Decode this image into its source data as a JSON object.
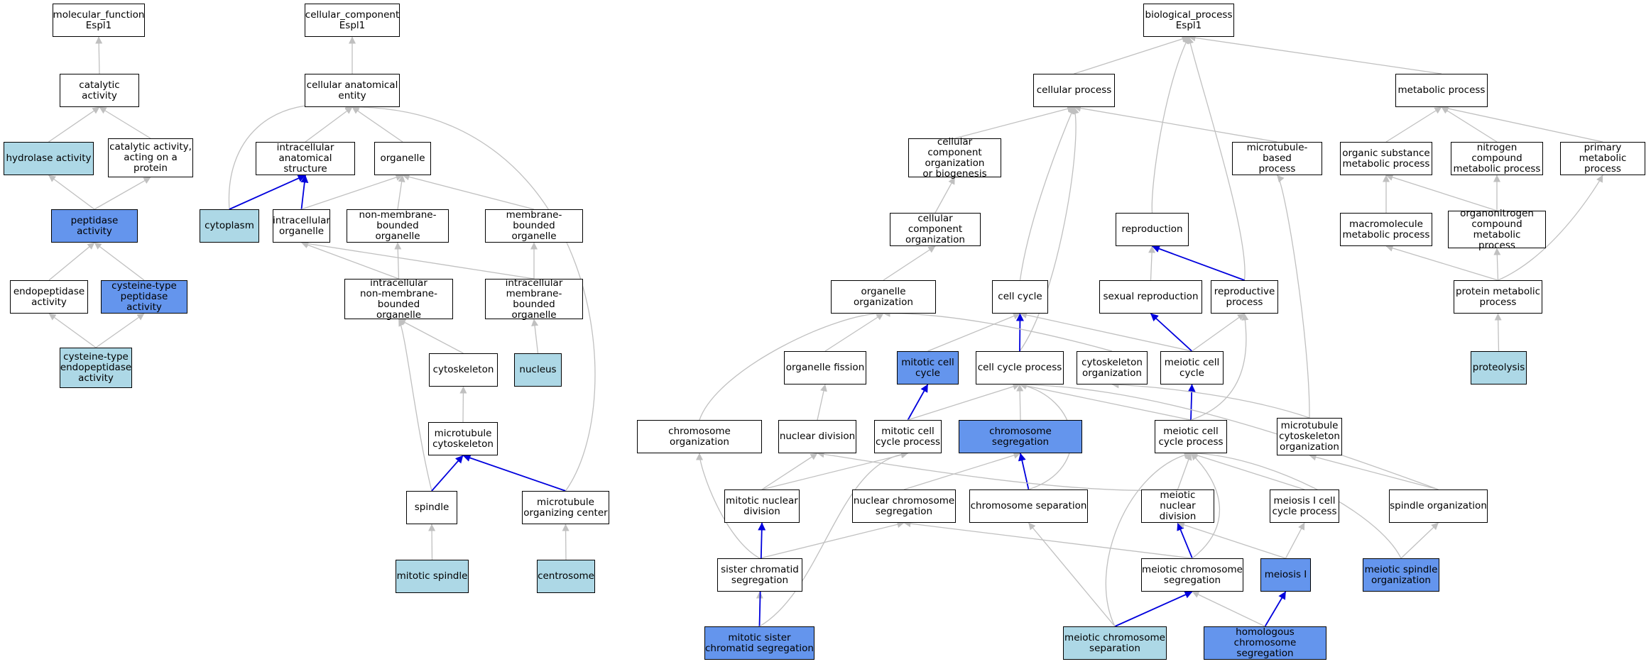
{
  "colors": {
    "default_edge": "#c0c0c0",
    "highlight_edge": "#0000dd",
    "light_fill": "#add8e6",
    "blue_fill": "#6495ed",
    "white_fill": "#ffffff"
  },
  "nodes": [
    {
      "id": "mf",
      "label": "molecular_function\nEspl1",
      "fill": "white"
    },
    {
      "id": "catalytic",
      "label": "catalytic activity",
      "fill": "white"
    },
    {
      "id": "hydrolase",
      "label": "hydrolase activity",
      "fill": "light"
    },
    {
      "id": "catprot",
      "label": "catalytic activity,\nacting on a\nprotein",
      "fill": "white"
    },
    {
      "id": "peptidase",
      "label": "peptidase activity",
      "fill": "blue"
    },
    {
      "id": "endopep",
      "label": "endopeptidase\nactivity",
      "fill": "white"
    },
    {
      "id": "cyspep",
      "label": "cysteine-type\npeptidase activity",
      "fill": "blue"
    },
    {
      "id": "cysendo",
      "label": "cysteine-type\nendopeptidase\nactivity",
      "fill": "light"
    },
    {
      "id": "cc",
      "label": "cellular_component\nEspl1",
      "fill": "white"
    },
    {
      "id": "cae",
      "label": "cellular anatomical\nentity",
      "fill": "white"
    },
    {
      "id": "ias",
      "label": "intracellular\nanatomical structure",
      "fill": "white"
    },
    {
      "id": "organelle",
      "label": "organelle",
      "fill": "white"
    },
    {
      "id": "cytoplasm",
      "label": "cytoplasm",
      "fill": "light"
    },
    {
      "id": "intorg",
      "label": "intracellular\norganelle",
      "fill": "white"
    },
    {
      "id": "nmbo",
      "label": "non-membrane-bounded\norganelle",
      "fill": "white"
    },
    {
      "id": "mbo",
      "label": "membrane-bounded\norganelle",
      "fill": "white"
    },
    {
      "id": "inmbo",
      "label": "intracellular\nnon-membrane-bounded\norganelle",
      "fill": "white"
    },
    {
      "id": "imbo",
      "label": "intracellular\nmembrane-bounded\norganelle",
      "fill": "white"
    },
    {
      "id": "cytoskeleton",
      "label": "cytoskeleton",
      "fill": "white"
    },
    {
      "id": "nucleus",
      "label": "nucleus",
      "fill": "light"
    },
    {
      "id": "mtcyto",
      "label": "microtubule\ncytoskeleton",
      "fill": "white"
    },
    {
      "id": "spindle",
      "label": "spindle",
      "fill": "white"
    },
    {
      "id": "mtoc",
      "label": "microtubule\norganizing center",
      "fill": "white"
    },
    {
      "id": "mitspindle",
      "label": "mitotic spindle",
      "fill": "light"
    },
    {
      "id": "centrosome",
      "label": "centrosome",
      "fill": "light"
    },
    {
      "id": "bp",
      "label": "biological_process\nEspl1",
      "fill": "white"
    },
    {
      "id": "cellproc",
      "label": "cellular process",
      "fill": "white"
    },
    {
      "id": "metproc",
      "label": "metabolic process",
      "fill": "white"
    },
    {
      "id": "ccob",
      "label": "cellular component\norganization\nor biogenesis",
      "fill": "white"
    },
    {
      "id": "mtbp",
      "label": "microtubule-based\nprocess",
      "fill": "white"
    },
    {
      "id": "osmp",
      "label": "organic substance\nmetabolic process",
      "fill": "white"
    },
    {
      "id": "ncmp",
      "label": "nitrogen compound\nmetabolic process",
      "fill": "white"
    },
    {
      "id": "pmp",
      "label": "primary metabolic\nprocess",
      "fill": "white"
    },
    {
      "id": "cco",
      "label": "cellular component\norganization",
      "fill": "white"
    },
    {
      "id": "repro",
      "label": "reproduction",
      "fill": "white"
    },
    {
      "id": "mmp",
      "label": "macromolecule\nmetabolic process",
      "fill": "white"
    },
    {
      "id": "oncmp",
      "label": "organonitrogen\ncompound metabolic\nprocess",
      "fill": "white"
    },
    {
      "id": "orgorg",
      "label": "organelle organization",
      "fill": "white"
    },
    {
      "id": "cellcycle",
      "label": "cell cycle",
      "fill": "white"
    },
    {
      "id": "sexrepro",
      "label": "sexual reproduction",
      "fill": "white"
    },
    {
      "id": "reproproc",
      "label": "reproductive\nprocess",
      "fill": "white"
    },
    {
      "id": "protmet",
      "label": "protein metabolic\nprocess",
      "fill": "white"
    },
    {
      "id": "orgfis",
      "label": "organelle fission",
      "fill": "white"
    },
    {
      "id": "mitcc",
      "label": "mitotic cell\ncycle",
      "fill": "blue"
    },
    {
      "id": "ccp",
      "label": "cell cycle process",
      "fill": "white"
    },
    {
      "id": "cytoorg",
      "label": "cytoskeleton\norganization",
      "fill": "white"
    },
    {
      "id": "meicc",
      "label": "meiotic cell\ncycle",
      "fill": "white"
    },
    {
      "id": "proteolysis",
      "label": "proteolysis",
      "fill": "light"
    },
    {
      "id": "chromorg",
      "label": "chromosome organization",
      "fill": "white"
    },
    {
      "id": "nucdiv",
      "label": "nuclear division",
      "fill": "white"
    },
    {
      "id": "mitccp",
      "label": "mitotic cell\ncycle process",
      "fill": "white"
    },
    {
      "id": "chromseg",
      "label": "chromosome segregation",
      "fill": "blue"
    },
    {
      "id": "meiccp",
      "label": "meiotic cell\ncycle process",
      "fill": "white"
    },
    {
      "id": "mtcytoorg",
      "label": "microtubule\ncytoskeleton\norganization",
      "fill": "white"
    },
    {
      "id": "mitnucdiv",
      "label": "mitotic nuclear\ndivision",
      "fill": "white"
    },
    {
      "id": "ncs",
      "label": "nuclear chromosome\nsegregation",
      "fill": "white"
    },
    {
      "id": "chromsep",
      "label": "chromosome separation",
      "fill": "white"
    },
    {
      "id": "meinucdiv",
      "label": "meiotic nuclear\ndivision",
      "fill": "white"
    },
    {
      "id": "meiIccp",
      "label": "meiosis I cell\ncycle process",
      "fill": "white"
    },
    {
      "id": "spindleorg",
      "label": "spindle organization",
      "fill": "white"
    },
    {
      "id": "scs",
      "label": "sister chromatid\nsegregation",
      "fill": "white"
    },
    {
      "id": "meics",
      "label": "meiotic chromosome\nsegregation",
      "fill": "white"
    },
    {
      "id": "meiosisI",
      "label": "meiosis I",
      "fill": "blue"
    },
    {
      "id": "meispindle",
      "label": "meiotic spindle\norganization",
      "fill": "blue"
    },
    {
      "id": "mscs",
      "label": "mitotic sister\nchromatid segregation",
      "fill": "blue"
    },
    {
      "id": "meicsep",
      "label": "meiotic chromosome\nseparation",
      "fill": "light"
    },
    {
      "id": "hcs",
      "label": "homologous chromosome\nsegregation",
      "fill": "blue"
    }
  ],
  "edges": [
    {
      "from": "catalytic",
      "to": "mf",
      "hl": false
    },
    {
      "from": "hydrolase",
      "to": "catalytic",
      "hl": false
    },
    {
      "from": "catprot",
      "to": "catalytic",
      "hl": false
    },
    {
      "from": "peptidase",
      "to": "hydrolase",
      "hl": false
    },
    {
      "from": "peptidase",
      "to": "catprot",
      "hl": false
    },
    {
      "from": "endopep",
      "to": "peptidase",
      "hl": false
    },
    {
      "from": "cyspep",
      "to": "peptidase",
      "hl": false
    },
    {
      "from": "cysendo",
      "to": "endopep",
      "hl": false
    },
    {
      "from": "cysendo",
      "to": "cyspep",
      "hl": false
    },
    {
      "from": "cae",
      "to": "cc",
      "hl": false
    },
    {
      "from": "ias",
      "to": "cae",
      "hl": false
    },
    {
      "from": "organelle",
      "to": "cae",
      "hl": false
    },
    {
      "from": "cytoplasm",
      "to": "cae",
      "hl": false
    },
    {
      "from": "cytoplasm",
      "to": "ias",
      "hl": true
    },
    {
      "from": "intorg",
      "to": "ias",
      "hl": true
    },
    {
      "from": "intorg",
      "to": "organelle",
      "hl": false
    },
    {
      "from": "nmbo",
      "to": "organelle",
      "hl": false
    },
    {
      "from": "mbo",
      "to": "organelle",
      "hl": false
    },
    {
      "from": "inmbo",
      "to": "intorg",
      "hl": false
    },
    {
      "from": "inmbo",
      "to": "nmbo",
      "hl": false
    },
    {
      "from": "imbo",
      "to": "intorg",
      "hl": false
    },
    {
      "from": "imbo",
      "to": "mbo",
      "hl": false
    },
    {
      "from": "cytoskeleton",
      "to": "inmbo",
      "hl": false
    },
    {
      "from": "nucleus",
      "to": "imbo",
      "hl": false
    },
    {
      "from": "mtcyto",
      "to": "cytoskeleton",
      "hl": false
    },
    {
      "from": "spindle",
      "to": "inmbo",
      "hl": false
    },
    {
      "from": "spindle",
      "to": "mtcyto",
      "hl": true
    },
    {
      "from": "mtoc",
      "to": "mtcyto",
      "hl": true
    },
    {
      "from": "mtoc",
      "to": "cae",
      "hl": false
    },
    {
      "from": "mitspindle",
      "to": "spindle",
      "hl": false
    },
    {
      "from": "centrosome",
      "to": "mtoc",
      "hl": false
    },
    {
      "from": "cellproc",
      "to": "bp",
      "hl": false
    },
    {
      "from": "metproc",
      "to": "bp",
      "hl": false
    },
    {
      "from": "repro",
      "to": "bp",
      "hl": false
    },
    {
      "from": "reproproc",
      "to": "bp",
      "hl": false
    },
    {
      "from": "ccob",
      "to": "cellproc",
      "hl": false
    },
    {
      "from": "mtbp",
      "to": "cellproc",
      "hl": false
    },
    {
      "from": "cellcycle",
      "to": "cellproc",
      "hl": false
    },
    {
      "from": "ccp",
      "to": "cellproc",
      "hl": false
    },
    {
      "from": "osmp",
      "to": "metproc",
      "hl": false
    },
    {
      "from": "ncmp",
      "to": "metproc",
      "hl": false
    },
    {
      "from": "pmp",
      "to": "metproc",
      "hl": false
    },
    {
      "from": "cco",
      "to": "ccob",
      "hl": false
    },
    {
      "from": "mmp",
      "to": "osmp",
      "hl": false
    },
    {
      "from": "oncmp",
      "to": "osmp",
      "hl": false
    },
    {
      "from": "oncmp",
      "to": "ncmp",
      "hl": false
    },
    {
      "from": "orgorg",
      "to": "cco",
      "hl": false
    },
    {
      "from": "sexrepro",
      "to": "repro",
      "hl": false
    },
    {
      "from": "reproproc",
      "to": "repro",
      "hl": true
    },
    {
      "from": "protmet",
      "to": "mmp",
      "hl": false
    },
    {
      "from": "protmet",
      "to": "oncmp",
      "hl": false
    },
    {
      "from": "protmet",
      "to": "pmp",
      "hl": false
    },
    {
      "from": "orgfis",
      "to": "orgorg",
      "hl": false
    },
    {
      "from": "mitcc",
      "to": "cellcycle",
      "hl": false
    },
    {
      "from": "ccp",
      "to": "cellcycle",
      "hl": true
    },
    {
      "from": "cytoorg",
      "to": "orgorg",
      "hl": false
    },
    {
      "from": "meicc",
      "to": "cellcycle",
      "hl": false
    },
    {
      "from": "meicc",
      "to": "sexrepro",
      "hl": true
    },
    {
      "from": "meicc",
      "to": "reproproc",
      "hl": false
    },
    {
      "from": "proteolysis",
      "to": "protmet",
      "hl": false
    },
    {
      "from": "chromorg",
      "to": "orgorg",
      "hl": false
    },
    {
      "from": "nucdiv",
      "to": "orgfis",
      "hl": false
    },
    {
      "from": "mitccp",
      "to": "mitcc",
      "hl": true
    },
    {
      "from": "mitccp",
      "to": "ccp",
      "hl": false
    },
    {
      "from": "chromseg",
      "to": "ccp",
      "hl": false
    },
    {
      "from": "meiccp",
      "to": "ccp",
      "hl": false
    },
    {
      "from": "meiccp",
      "to": "meicc",
      "hl": true
    },
    {
      "from": "meiccp",
      "to": "reproproc",
      "hl": false
    },
    {
      "from": "mtcytoorg",
      "to": "cytoorg",
      "hl": false
    },
    {
      "from": "mtcytoorg",
      "to": "mtbp",
      "hl": false
    },
    {
      "from": "mitnucdiv",
      "to": "nucdiv",
      "hl": false
    },
    {
      "from": "mitnucdiv",
      "to": "mitccp",
      "hl": false
    },
    {
      "from": "ncs",
      "to": "chromseg",
      "hl": false
    },
    {
      "from": "chromsep",
      "to": "chromseg",
      "hl": true
    },
    {
      "from": "chromsep",
      "to": "ccp",
      "hl": false
    },
    {
      "from": "meinucdiv",
      "to": "nucdiv",
      "hl": false
    },
    {
      "from": "meinucdiv",
      "to": "meiccp",
      "hl": false
    },
    {
      "from": "meiIccp",
      "to": "meiccp",
      "hl": false
    },
    {
      "from": "spindleorg",
      "to": "mtcytoorg",
      "hl": false
    },
    {
      "from": "spindleorg",
      "to": "ccp",
      "hl": false
    },
    {
      "from": "scs",
      "to": "chromorg",
      "hl": false
    },
    {
      "from": "scs",
      "to": "ncs",
      "hl": false
    },
    {
      "from": "meics",
      "to": "meinucdiv",
      "hl": true
    },
    {
      "from": "meics",
      "to": "ncs",
      "hl": false
    },
    {
      "from": "meics",
      "to": "meiccp",
      "hl": false
    },
    {
      "from": "meiosisI",
      "to": "meiIccp",
      "hl": false
    },
    {
      "from": "meiosisI",
      "to": "meinucdiv",
      "hl": false
    },
    {
      "from": "meispindle",
      "to": "spindleorg",
      "hl": false
    },
    {
      "from": "meispindle",
      "to": "meiccp",
      "hl": false
    },
    {
      "from": "mscs",
      "to": "scs",
      "hl": false
    },
    {
      "from": "mscs",
      "to": "mitnucdiv",
      "hl": true
    },
    {
      "from": "mscs",
      "to": "mitccp",
      "hl": false
    },
    {
      "from": "meicsep",
      "to": "meics",
      "hl": true
    },
    {
      "from": "meicsep",
      "to": "chromsep",
      "hl": false
    },
    {
      "from": "meicsep",
      "to": "meiccp",
      "hl": false
    },
    {
      "from": "hcs",
      "to": "meiosisI",
      "hl": true
    },
    {
      "from": "hcs",
      "to": "meics",
      "hl": false
    }
  ]
}
